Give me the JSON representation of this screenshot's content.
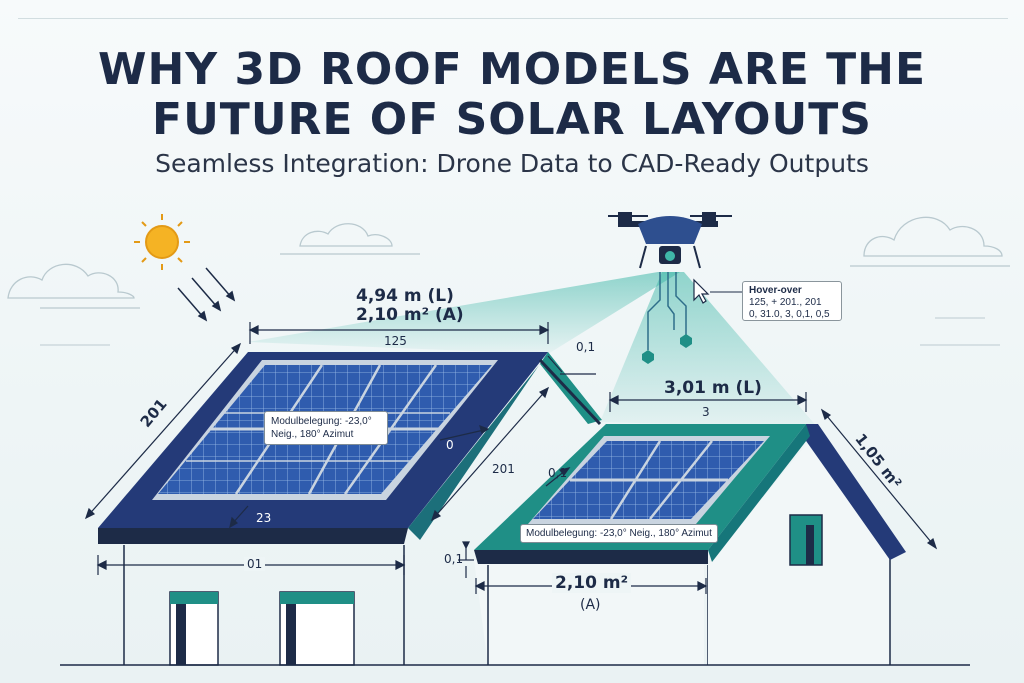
{
  "title": {
    "line1": "WHY 3D ROOF MODELS ARE THE",
    "line2": "FUTURE OF SOLAR LAYOUTS",
    "subtitle": "Seamless Integration: Drone Data to CAD-Ready Outputs"
  },
  "left_roof": {
    "length_label": "4,94 m (L)",
    "area_label": "2,10 m² (A)",
    "top_dim": "125",
    "side_dim": "201",
    "ridge_dim": "0,1",
    "slope_dim": "201",
    "arrow_label": "0",
    "corner_label": "23",
    "base_dim": "01",
    "callout_line1": "Modulbelegung: -23,0°",
    "callout_line2": "Neig., 180° Azimut"
  },
  "right_roof": {
    "length_label": "3,01 m (L)",
    "top_dim": "3",
    "side_dim": "1,05 m²",
    "arrow_label": "0,1",
    "eave_dim": "0,1",
    "area_label": "2,10 m²",
    "area_unit": "(A)",
    "callout": "Modulbelegung: -23,0° Neig., 180° Azimut"
  },
  "hover": {
    "title": "Hover-over",
    "line1": "125, + 201., 201",
    "line2": "0, 31.0, 3, 0,1, 0,5"
  },
  "colors": {
    "navy": "#1d2b47",
    "roof_blue": "#243a78",
    "teal": "#1f8f86",
    "panel": "#2c56a6",
    "sun": "#f5b324"
  }
}
